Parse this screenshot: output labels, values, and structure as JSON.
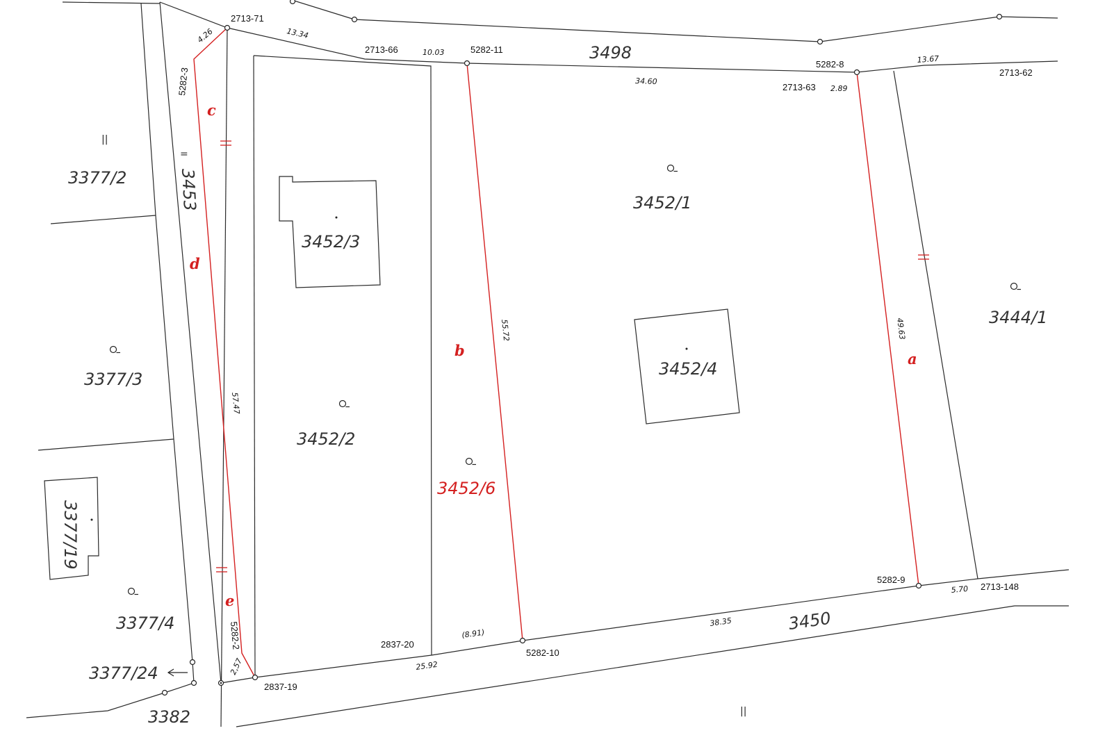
{
  "parcels": {
    "p3498": "3498",
    "p3377_2": "3377/2",
    "p3453": "3453",
    "p3452_3": "3452/3",
    "p3452_1": "3452/1",
    "p3444_1": "3444/1",
    "p3377_3": "3377/3",
    "p3452_4": "3452/4",
    "p3452_2": "3452/2",
    "p3452_6": "3452/6",
    "p3377_19": "3377/19",
    "p3377_4": "3377/4",
    "p3450": "3450",
    "p3377_24": "3377/24",
    "p3382": "3382"
  },
  "points": {
    "pt2713_71": "2713-71",
    "pt2713_66": "2713-66",
    "pt5282_11": "5282-11",
    "pt5282_8": "5282-8",
    "pt2713_62": "2713-62",
    "pt2713_63": "2713-63",
    "pt5282_3": "5282-3",
    "pt5282_9": "5282-9",
    "pt2713_148": "2713-148",
    "pt2837_20": "2837-20",
    "pt5282_10": "5282-10",
    "pt5282_2": "5282-2",
    "pt2837_19": "2837-19"
  },
  "distances": {
    "d4_26": "4.26",
    "d13_34": "13.34",
    "d10_03": "10.03",
    "d13_67": "13.67",
    "d34_60": "34.60",
    "d2_89": "2.89",
    "d55_72": "55.72",
    "d49_63": "49.63",
    "d57_47": "57.47",
    "d5_70": "5.70",
    "d38_35": "38.35",
    "d8_91": "(8.91)",
    "d25_92": "25.92",
    "d2_57": "2,57"
  },
  "line_labels": {
    "a": "a",
    "b": "b",
    "c": "c",
    "d": "d",
    "e": "e"
  },
  "symbols": {
    "equals": "=",
    "parallel": "||"
  },
  "colors": {
    "new_boundary": "#d42020",
    "existing_line": "#2a2a2a",
    "background": "#ffffff"
  },
  "icons": {
    "point_marker": "survey-point-icon",
    "land_use_marker": "land-use-icon",
    "arrow": "arrow-left-icon"
  }
}
